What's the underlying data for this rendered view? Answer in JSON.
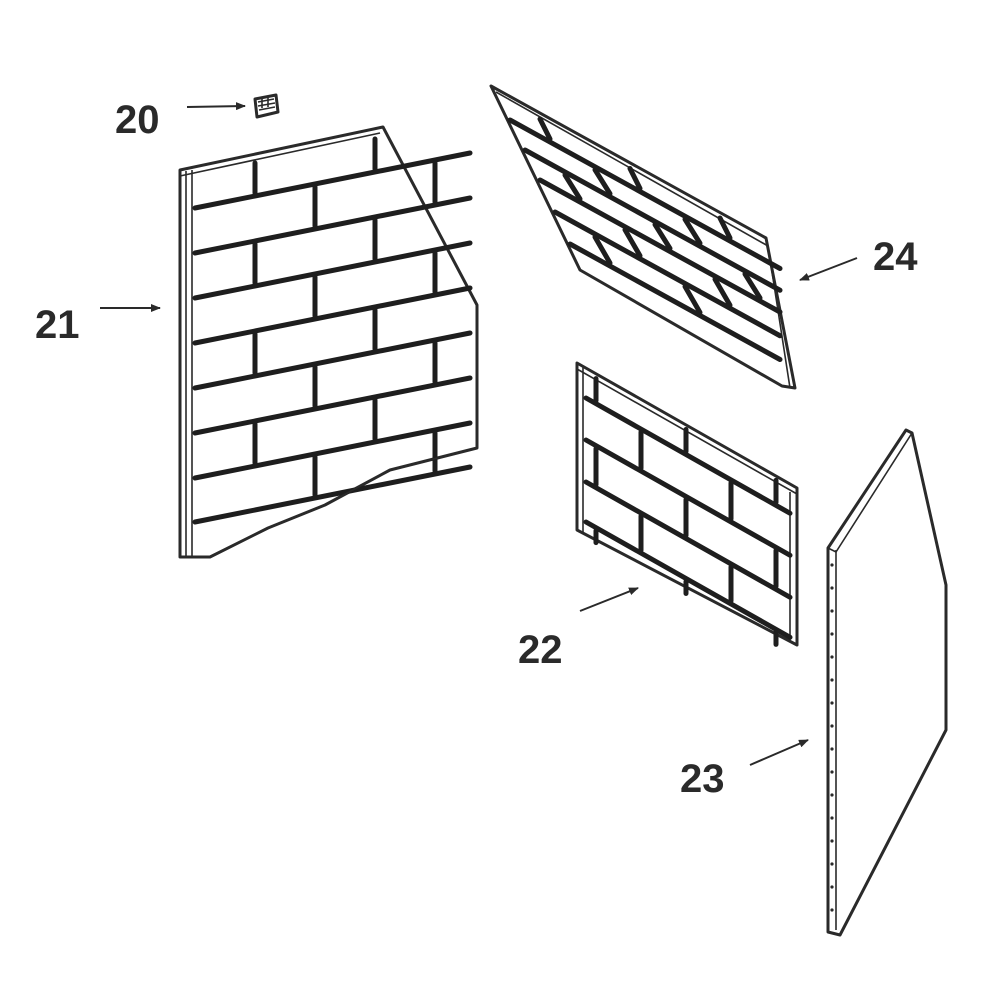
{
  "callouts": {
    "part_20": "20",
    "part_21": "21",
    "part_22": "22",
    "part_23": "23",
    "part_24": "24"
  },
  "colors": {
    "line": "#2a2a2a",
    "background": "#ffffff"
  }
}
